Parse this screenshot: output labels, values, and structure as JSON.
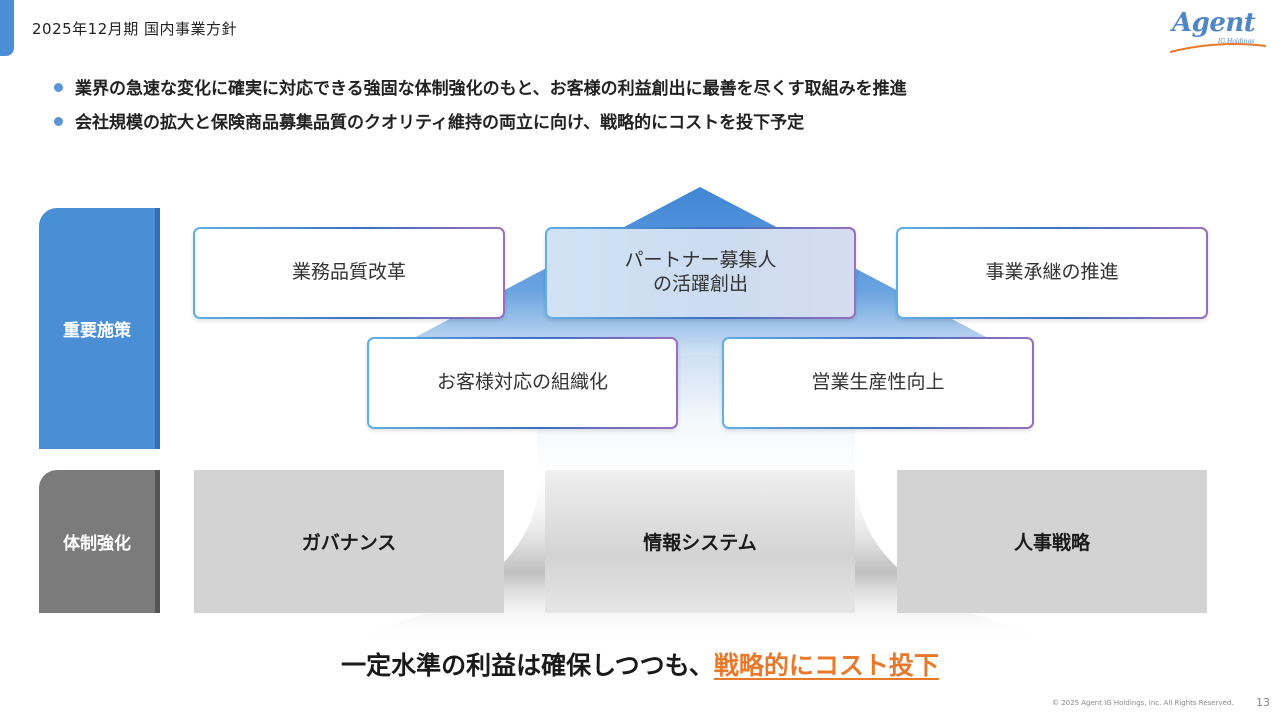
{
  "header": {
    "title": "2025年12月期 国内事業方針"
  },
  "logo": {
    "word": "Agent",
    "sub": "IG Holdings",
    "accent_color": "#e8782a",
    "brand_color": "#4f86c6"
  },
  "bullets": [
    "業界の急速な変化に確実に対応できる強固な体制強化のもと、お客様の利益創出に最善を尽くす取組みを推進",
    "会社規模の拡大と保険商品募集品質のクオリティ維持の両立に向け、戦略的にコストを投下予定"
  ],
  "diagram": {
    "side_labels": {
      "measures": "重要施策",
      "foundation": "体制強化"
    },
    "measures": [
      "業務品質改革",
      "パートナー募集人\nの活躍創出",
      "事業承継の推進",
      "お客様対応の組織化",
      "営業生産性向上"
    ],
    "foundation": [
      "ガバナンス",
      "情報システム",
      "人事戦略"
    ],
    "colors": {
      "blue": "#4a8fd6",
      "gray": "#7b7b7b",
      "box_gray": "#d3d3d3"
    }
  },
  "conclusion": {
    "text": "一定水準の利益は確保しつつも、",
    "highlight": "戦略的にコスト投下",
    "highlight_color": "#e8782a"
  },
  "footer": {
    "copyright": "© 2025 Agent IG Holdings, Inc. All Rights Reserved.",
    "page": "13"
  }
}
